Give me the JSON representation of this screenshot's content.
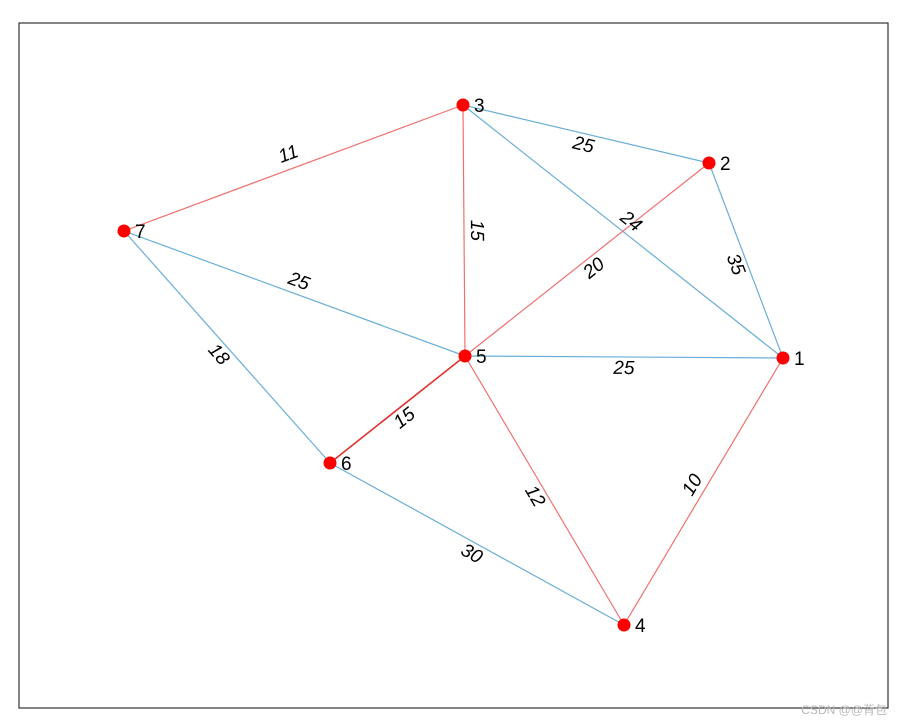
{
  "colors": {
    "frame": "#333333",
    "node": "#ff0000",
    "tree_edge": "#f07070",
    "tree_edge_strong": "#e03030",
    "other_edge": "#6aaed6"
  },
  "watermark": "CSDN @@背包",
  "graph": {
    "nodes": [
      {
        "id": "1",
        "label": "1"
      },
      {
        "id": "2",
        "label": "2"
      },
      {
        "id": "3",
        "label": "3"
      },
      {
        "id": "4",
        "label": "4"
      },
      {
        "id": "5",
        "label": "5"
      },
      {
        "id": "6",
        "label": "6"
      },
      {
        "id": "7",
        "label": "7"
      }
    ],
    "edges": [
      {
        "source": "3",
        "target": "2",
        "weight": "25",
        "in_tree": false
      },
      {
        "source": "3",
        "target": "1",
        "weight": "24",
        "in_tree": false
      },
      {
        "source": "2",
        "target": "1",
        "weight": "35",
        "in_tree": false
      },
      {
        "source": "7",
        "target": "3",
        "weight": "11",
        "in_tree": true
      },
      {
        "source": "3",
        "target": "5",
        "weight": "15",
        "in_tree": true
      },
      {
        "source": "5",
        "target": "2",
        "weight": "20",
        "in_tree": true
      },
      {
        "source": "7",
        "target": "5",
        "weight": "25",
        "in_tree": false
      },
      {
        "source": "5",
        "target": "1",
        "weight": "25",
        "in_tree": false
      },
      {
        "source": "7",
        "target": "6",
        "weight": "18",
        "in_tree": false
      },
      {
        "source": "6",
        "target": "5",
        "weight": "15",
        "in_tree": true
      },
      {
        "source": "5",
        "target": "4",
        "weight": "12",
        "in_tree": true
      },
      {
        "source": "1",
        "target": "4",
        "weight": "10",
        "in_tree": true
      },
      {
        "source": "6",
        "target": "4",
        "weight": "30",
        "in_tree": false
      }
    ]
  }
}
